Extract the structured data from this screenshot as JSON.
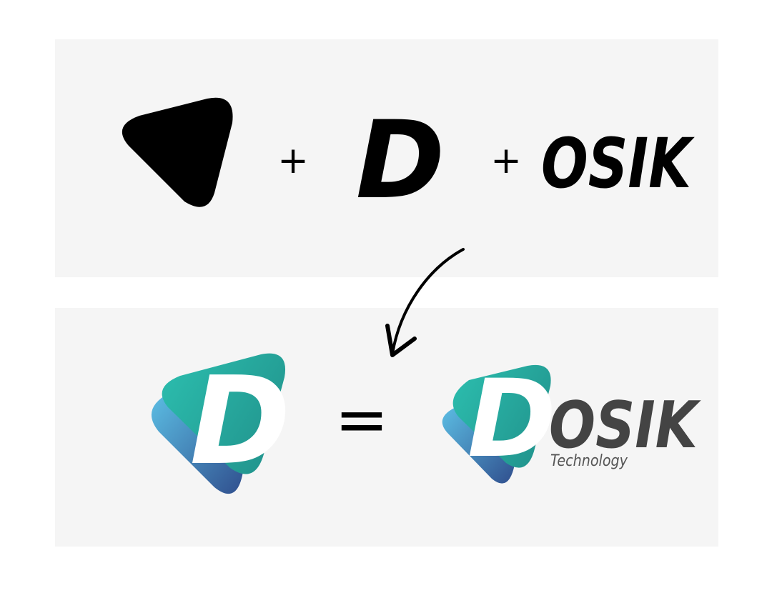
{
  "composition": {
    "plus_sign": "+",
    "letter_d": "D",
    "word": "OSIK",
    "equals_sign": "="
  },
  "result_logo": {
    "letter_d": "D",
    "word": "OSIK",
    "tagline": "Technology"
  },
  "colors": {
    "black": "#000000",
    "teal_light": "#2cbfaf",
    "teal_dark": "#22968f",
    "blue_light": "#5fc6ea",
    "blue_dark": "#2e4a8a",
    "wordmark_gray": "#444444",
    "tagline_gray": "#555555",
    "panel_bg": "#f5f5f5"
  },
  "icons": [
    "triangle-shape",
    "curved-arrow"
  ]
}
